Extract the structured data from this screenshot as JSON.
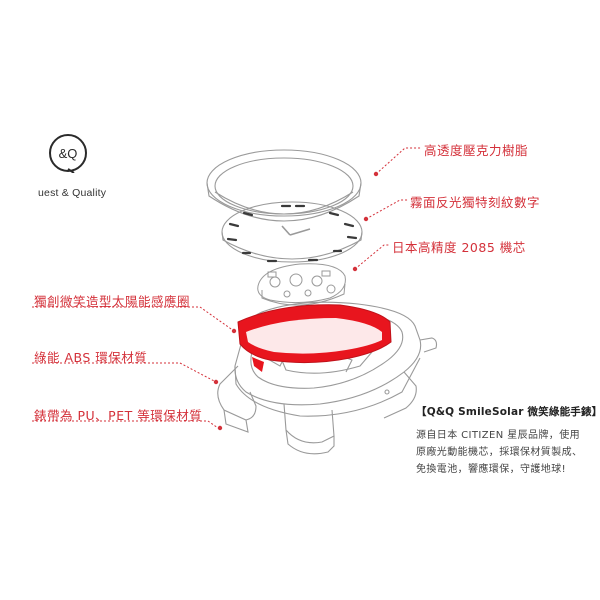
{
  "brand": {
    "logo_mark_text": "&Q",
    "logo_text": "uest & Quality"
  },
  "callouts": {
    "crystal": "高透度壓克力樹脂",
    "dial": "霧面反光獨特刻紋數字",
    "movement": "日本高精度 2085 機芯",
    "solar_ring": "獨創微笑造型太陽能感應圈",
    "case": "綠能 ABS 環保材質",
    "strap": "錶帶為 PU、PET 等環保材質"
  },
  "info": {
    "title": "【Q&Q SmileSolar 微笑綠能手錶】",
    "body": "源自日本 CITIZEN 星辰品牌，使用原廠光動能機芯，採環保材質製成、免換電池，響應環保，守護地球!"
  },
  "colors": {
    "accent": "#d4313a",
    "line_art": "#9a9a9a",
    "text": "#333333"
  }
}
